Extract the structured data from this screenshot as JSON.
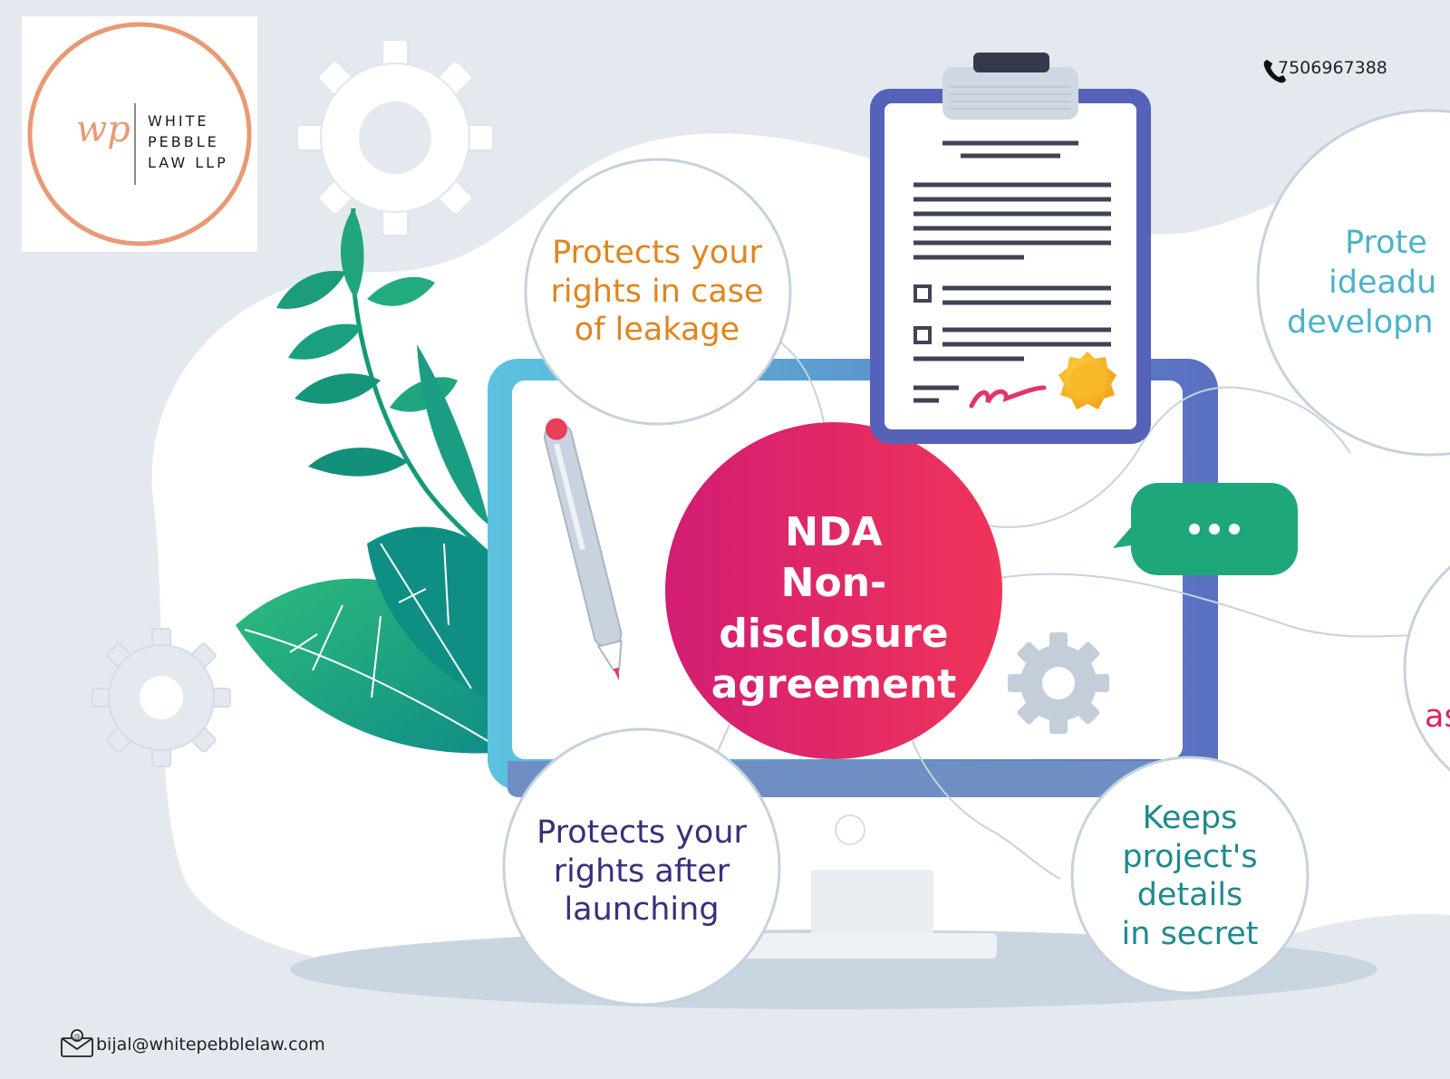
{
  "brand": {
    "monogram": "wp",
    "name_lines": [
      "WHITE",
      "PEBBLE",
      "LAW LLP"
    ]
  },
  "contact": {
    "phone": "7506967388",
    "email": "bijal@whitepebblelaw.com"
  },
  "center": {
    "lines": [
      "NDA",
      "Non-disclosure",
      "agreement"
    ]
  },
  "bubbles": {
    "leakage": [
      "Protects your",
      "rights in case",
      "of leakage"
    ],
    "launching": [
      "Protects your",
      "rights after",
      "launching"
    ],
    "secret": [
      "Keeps",
      "project's",
      "details",
      "in secret"
    ],
    "idea": [
      "Prote",
      "ideadu",
      "developn"
    ],
    "asset": [
      "as"
    ]
  },
  "icons": [
    "phone-icon",
    "envelope-icon",
    "gear-icon",
    "clipboard-icon",
    "pen-icon",
    "chat-bubble-icon",
    "seal-icon"
  ],
  "colors": {
    "background": "#e3e9ef",
    "leakage_text": "#e0851f",
    "launching_text": "#3b2f7a",
    "secret_text": "#1f8a8f",
    "idea_text": "#4bb3c9",
    "asset_text": "#e0245e",
    "nda_gradient_start": "#d21d73",
    "nda_gradient_end": "#ef3459",
    "leaf_green": "#1fa77c",
    "monitor_blue": "#5b79c4",
    "logo_ring": "#e89a74"
  }
}
